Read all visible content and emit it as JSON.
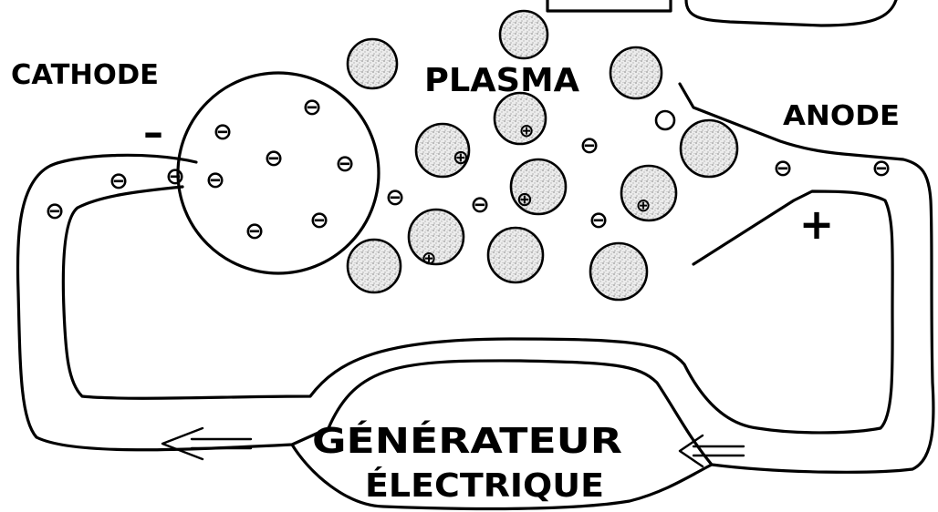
{
  "labels": {
    "cathode": "CATHODE",
    "plasma": "PLASMA",
    "anode": "ANODE",
    "generator_line1": "GÉNÉRATEUR",
    "generator_line2": "ÉLECTRIQUE",
    "minus": "–",
    "plus": "+"
  },
  "symbols": {
    "electron": "⊖",
    "ion": "⊕"
  },
  "colors": {
    "ink": "#000000",
    "atom_fill": "#c8c8c8",
    "background": "#ffffff"
  }
}
